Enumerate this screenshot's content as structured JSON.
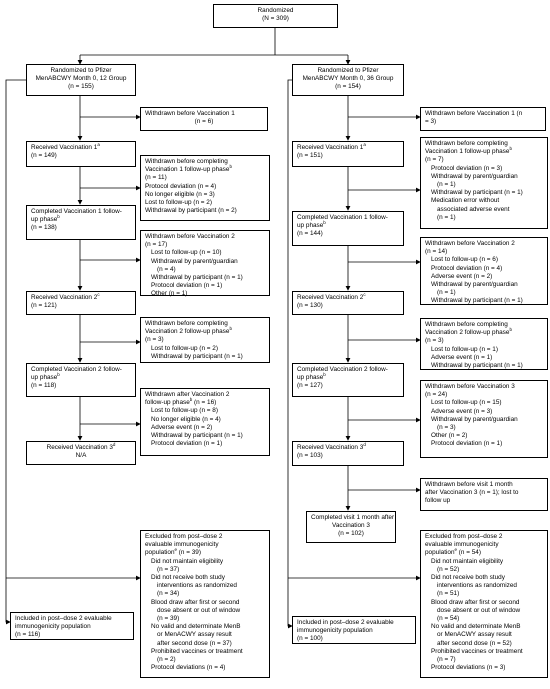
{
  "top": {
    "l1": "Randomized",
    "l2": "(N = 309)"
  },
  "left": {
    "rand": {
      "l1": "Randomized to Pfizer",
      "l2": "MenABCWY Month 0, 12 Group",
      "l3": "(n = 155)"
    },
    "wd_v1": {
      "l1": "Withdrawn before Vaccination 1",
      "l2": "(n = 6)"
    },
    "rec_v1": {
      "l1": "Received Vaccination 1",
      "sup": "a",
      "l2": "(n = 149)"
    },
    "wd_fu1": {
      "l1": "Withdrawn before completing",
      "l2": "Vaccination 1 follow-up phase",
      "sup": "b",
      "l3": "(n = 11)",
      "items": [
        "Protocol deviation (n = 4)",
        "No longer eligible (n = 3)",
        "Lost to follow-up (n = 2)",
        "Withdrawal by participant (n = 2)"
      ]
    },
    "comp_fu1": {
      "l1": "Completed Vaccination 1 follow-",
      "l2": "up phase",
      "sup": "b",
      "l3": "(n = 138)"
    },
    "wd_v2": {
      "l1": "Withdrawn before Vaccination 2",
      "l2": "(n = 17)",
      "items": [
        "Lost to follow-up (n = 10)",
        "Withdrawal by parent/guardian",
        "(n = 4)",
        "Withdrawal by participant (n = 1)",
        "Protocol deviation (n = 1)",
        "Other (n = 1)"
      ]
    },
    "rec_v2": {
      "l1": "Received Vaccination 2",
      "sup": "c",
      "l2": "(n = 121)"
    },
    "wd_fu2": {
      "l1": "Withdrawn before completing",
      "l2": "Vaccination 2 follow-up phase",
      "sup": "b",
      "l3": "(n = 3)",
      "items": [
        "Lost to follow-up (n = 2)",
        "Withdrawal by participant (n = 1)"
      ]
    },
    "comp_fu2": {
      "l1": "Completed Vaccination 2 follow-",
      "l2": "up phase",
      "sup": "b",
      "l3": "(n = 118)"
    },
    "wd_after_v2": {
      "l1": "Withdrawn after Vaccination 2",
      "l2": "follow-up phase",
      "sup": "b",
      "l2b": " (n = 16)",
      "items": [
        "Lost to follow-up (n = 8)",
        "No longer eligible (n = 4)",
        "Adverse event (n = 2)",
        "Withdrawal by participant (n = 1)",
        "Protocol deviation (n = 1)"
      ]
    },
    "rec_v3": {
      "l1": "Received Vaccination 3",
      "sup": "d",
      "l2": "N/A"
    },
    "excluded": {
      "l1": "Excluded from post–dose 2",
      "l2": "evaluable immunogenicity",
      "l3": "population",
      "sup": "e",
      "l3b": " (n = 39)",
      "items": [
        "Did not maintain eligibility",
        "(n = 37)",
        "Did not receive both study",
        "interventions as randomized",
        "(n = 34)",
        "Blood draw after first or second",
        "dose absent or out of window",
        "(n = 39)",
        "No valid and determinate MenB",
        "or MenACWY assay result",
        "after second dose (n = 37)",
        "Prohibited vaccines or treatment",
        "(n = 2)",
        "Protocol deviations (n = 4)"
      ]
    },
    "included": {
      "l1": "Included in post–dose 2 evaluable",
      "l2": "immunogenicity population",
      "l3": "(n = 116)"
    }
  },
  "right": {
    "rand": {
      "l1": "Randomized to Pfizer",
      "l2": "MenABCWY Month 0, 36 Group",
      "l3": "(n = 154)"
    },
    "wd_v1": {
      "l1": "Withdrawn before Vaccination 1 (n",
      "l2": "= 3)"
    },
    "rec_v1": {
      "l1": "Received Vaccination 1",
      "sup": "a",
      "l2": "(n = 151)"
    },
    "wd_fu1": {
      "l1": "Withdrawn before completing",
      "l2": "Vaccination 1 follow-up phase",
      "sup": "b",
      "l3": "(n = 7)",
      "items": [
        "Protocol deviation (n = 3)",
        "Withdrawal by parent/guardian",
        "(n = 1)",
        "Withdrawal by participant (n = 1)",
        "Medication error without",
        "associated adverse event",
        "(n = 1)"
      ]
    },
    "comp_fu1": {
      "l1": "Completed Vaccination 1 follow-",
      "l2": "up phase",
      "sup": "b",
      "l3": "(n = 144)"
    },
    "wd_v2": {
      "l1": "Withdrawn before Vaccination 2",
      "l2": "(n = 14)",
      "items": [
        "Lost to follow-up (n = 6)",
        "Protocol deviation (n = 4)",
        "Adverse event (n = 2)",
        "Withdrawal by parent/guardian",
        "(n = 1)",
        "Withdrawal by participant (n = 1)"
      ]
    },
    "rec_v2": {
      "l1": "Received Vaccination 2",
      "sup": "c",
      "l2": "(n = 130)"
    },
    "wd_fu2": {
      "l1": "Withdrawn before completing",
      "l2": "Vaccination 2 follow-up phase",
      "sup": "b",
      "l3": "(n = 3)",
      "items": [
        "Lost to follow-up (n = 1)",
        "Adverse event (n = 1)",
        "Withdrawal by participant (n = 1)"
      ]
    },
    "comp_fu2": {
      "l1": "Completed Vaccination 2 follow-",
      "l2": "up phase",
      "sup": "b",
      "l3": "(n = 127)"
    },
    "wd_v3": {
      "l1": "Withdrawn before Vaccination 3",
      "l2": "(n = 24)",
      "items": [
        "Lost to follow-up (n = 15)",
        "Adverse event (n = 3)",
        "Withdrawal by parent/guardian",
        "(n = 3)",
        "Other (n = 2)",
        "Protocol deviation (n = 1)"
      ]
    },
    "rec_v3": {
      "l1": "Received Vaccination 3",
      "sup": "d",
      "l2": "(n = 103)"
    },
    "wd_visit": {
      "l1": "Withdrawn before visit 1 month",
      "l2": "after Vaccination 3 (n = 1); lost to",
      "l3": "follow up"
    },
    "comp_visit": {
      "l1": "Completed visit 1 month after",
      "l2": "Vaccination 3",
      "l3": "(n = 102)"
    },
    "excluded": {
      "l1": "Excluded from post–dose 2",
      "l2": "evaluable immunogenicity",
      "l3": "population",
      "sup": "e",
      "l3b": " (n = 54)",
      "items": [
        "Did not maintain eligibility",
        "(n = 52)",
        "Did not receive both study",
        "interventions as randomized",
        "(n = 51)",
        "Blood draw after first or second",
        "dose absent or out of window",
        "(n = 54)",
        "No valid and determinate MenB",
        "or MenACWY assay result",
        "after second dose (n = 52)",
        "Prohibited vaccines or treatment",
        "(n = 7)",
        "Protocol deviations (n = 3)"
      ]
    },
    "included": {
      "l1": "Included in post–dose 2 evaluable",
      "l2": "immunogenicity population",
      "l3": "(n = 100)"
    }
  }
}
